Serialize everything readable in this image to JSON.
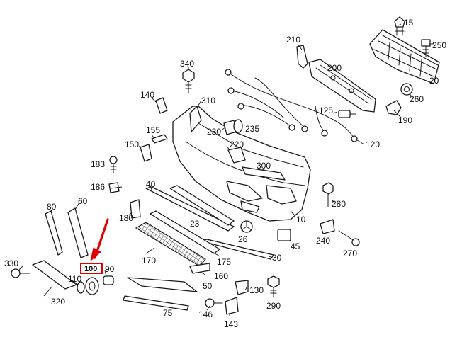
{
  "diagram": {
    "labels": {
      "l15": "15",
      "l250": "250",
      "l210": "210",
      "l200": "200",
      "l20": "20",
      "l260": "260",
      "l190": "190",
      "l340": "340",
      "l140": "140",
      "l310": "310",
      "l125": "125",
      "l120": "120",
      "l155": "155",
      "l230": "230",
      "l235": "235",
      "l150": "150",
      "l220": "220",
      "l183": "183",
      "l300": "300",
      "l186": "186",
      "l40": "40",
      "l280": "280",
      "l80": "80",
      "l60": "60",
      "l180": "180",
      "l10": "10",
      "l23": "23",
      "l26": "26",
      "l45": "45",
      "l240": "240",
      "l270": "270",
      "l170": "170",
      "l30": "30",
      "l175": "175",
      "l330": "330",
      "l90": "90",
      "l110": "110",
      "l160": "160",
      "l50": "50",
      "l130": "130",
      "l290": "290",
      "l320": "320",
      "l75": "75",
      "l146": "146",
      "l143": "143",
      "l100": "100"
    },
    "colors": {
      "highlight": "#e00000",
      "line": "#1a1a1a"
    }
  }
}
